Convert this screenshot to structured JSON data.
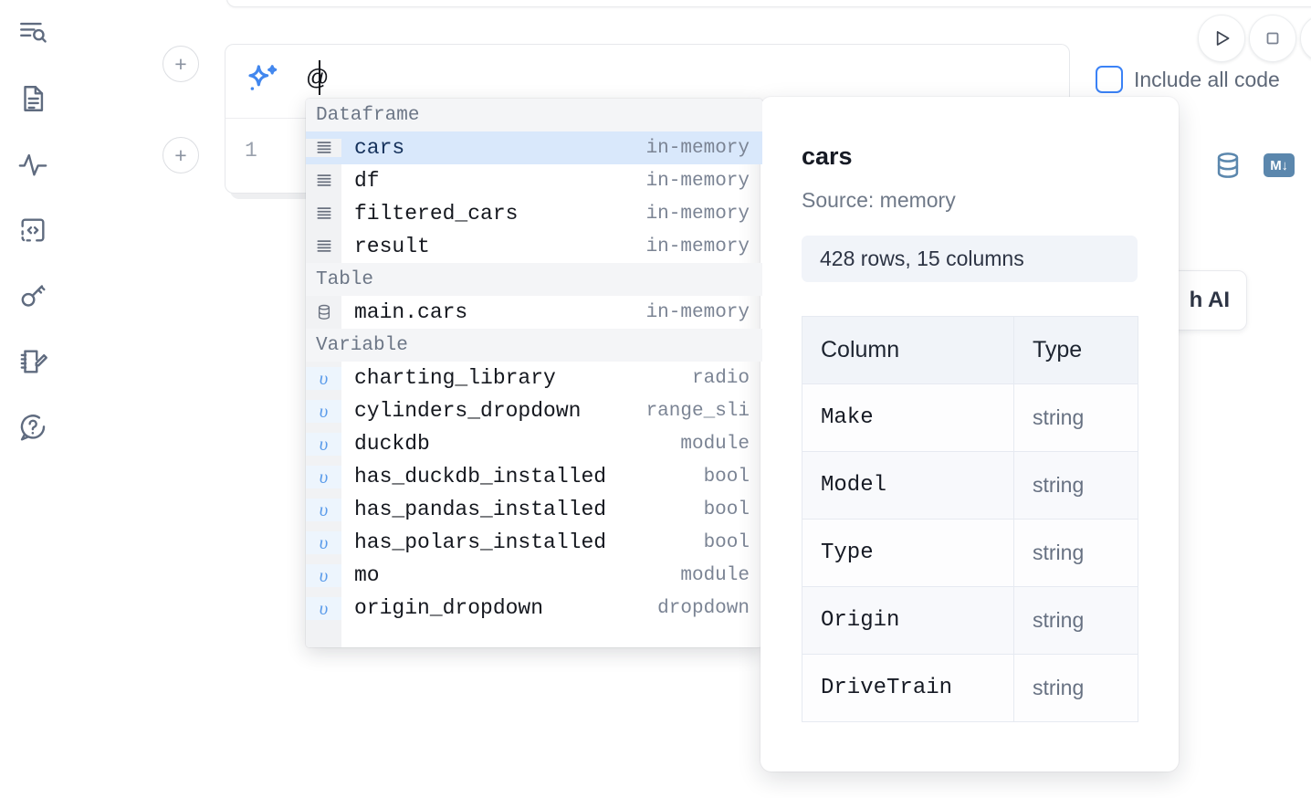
{
  "sidebar": {
    "items": [
      {
        "name": "outline-search-icon",
        "label": "Outline"
      },
      {
        "name": "document-icon",
        "label": "Notebook"
      },
      {
        "name": "activity-icon",
        "label": "Variables"
      },
      {
        "name": "code-braces-icon",
        "label": "Dependencies"
      },
      {
        "name": "key-icon",
        "label": "Secrets"
      },
      {
        "name": "notebook-pencil-icon",
        "label": "Scratchpad"
      },
      {
        "name": "help-chat-icon",
        "label": "Help"
      }
    ]
  },
  "toolbar": {
    "run_icon": "play-icon",
    "stop_icon": "square-icon",
    "include_all_code_label": "Include all code",
    "include_all_code_checked": false
  },
  "cell": {
    "line_number": "1",
    "sql_icon": "database-icon",
    "markdown_badge": "M↓"
  },
  "prompt": {
    "icon": "sparkle-ai-icon",
    "value": "@",
    "add_button_label": "+"
  },
  "ai_card": {
    "label": "h AI"
  },
  "autocomplete": {
    "sections": [
      {
        "title": "Dataframe",
        "items": [
          {
            "icon": "dataframe-icon",
            "name": "cars",
            "type": "in-memory",
            "kind": "df",
            "selected": true
          },
          {
            "icon": "dataframe-icon",
            "name": "df",
            "type": "in-memory",
            "kind": "df",
            "selected": false
          },
          {
            "icon": "dataframe-icon",
            "name": "filtered_cars",
            "type": "in-memory",
            "kind": "df",
            "selected": false
          },
          {
            "icon": "dataframe-icon",
            "name": "result",
            "type": "in-memory",
            "kind": "df",
            "selected": false
          }
        ]
      },
      {
        "title": "Table",
        "items": [
          {
            "icon": "database-icon",
            "name": "main.cars",
            "type": "in-memory",
            "kind": "table",
            "selected": false
          }
        ]
      },
      {
        "title": "Variable",
        "items": [
          {
            "icon": "variable-icon",
            "name": "charting_library",
            "type": "radio",
            "kind": "var",
            "selected": false
          },
          {
            "icon": "variable-icon",
            "name": "cylinders_dropdown",
            "type": "range_sli",
            "kind": "var",
            "selected": false
          },
          {
            "icon": "variable-icon",
            "name": "duckdb",
            "type": "module",
            "kind": "var",
            "selected": false
          },
          {
            "icon": "variable-icon",
            "name": "has_duckdb_installed",
            "type": "bool",
            "kind": "var",
            "selected": false
          },
          {
            "icon": "variable-icon",
            "name": "has_pandas_installed",
            "type": "bool",
            "kind": "var",
            "selected": false
          },
          {
            "icon": "variable-icon",
            "name": "has_polars_installed",
            "type": "bool",
            "kind": "var",
            "selected": false
          },
          {
            "icon": "variable-icon",
            "name": "mo",
            "type": "module",
            "kind": "var",
            "selected": false
          },
          {
            "icon": "variable-icon",
            "name": "origin_dropdown",
            "type": "dropdown",
            "kind": "var",
            "selected": false
          }
        ]
      }
    ]
  },
  "doc_panel": {
    "title": "cars",
    "source": "Source: memory",
    "shape": "428 rows, 15 columns",
    "headers": {
      "column": "Column",
      "type": "Type"
    },
    "rows": [
      {
        "column": "Make",
        "type": "string"
      },
      {
        "column": "Model",
        "type": "string"
      },
      {
        "column": "Type",
        "type": "string"
      },
      {
        "column": "Origin",
        "type": "string"
      },
      {
        "column": "DriveTrain",
        "type": "string"
      }
    ]
  },
  "colors": {
    "accent_blue": "#3b82f6",
    "selection_blue": "#d9e8fb",
    "icon_gray": "#5f6b7f",
    "steel_blue": "#5b87ad"
  }
}
